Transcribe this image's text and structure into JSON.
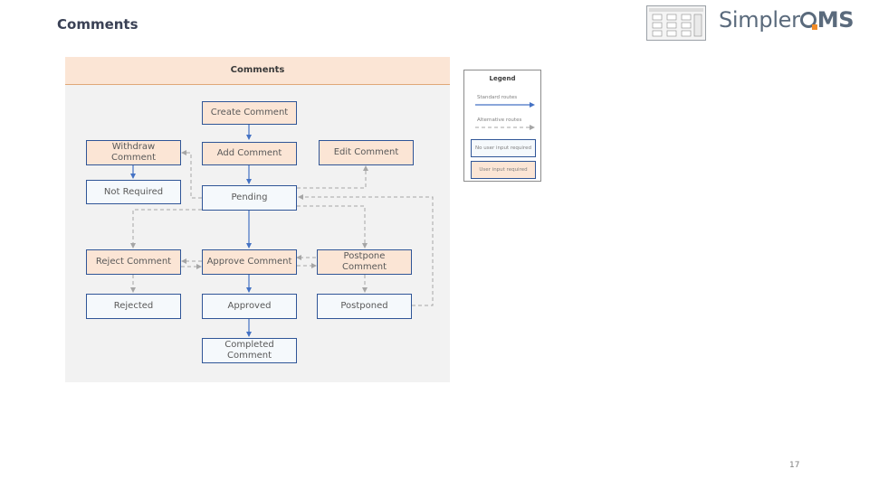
{
  "page": {
    "title": "Comments",
    "number": "17"
  },
  "logo": {
    "text_regular": "Simpler",
    "text_bold": "MS"
  },
  "diagram": {
    "header": "Comments",
    "nodes": {
      "create_comment": "Create Comment",
      "add_comment": "Add Comment",
      "withdraw_comment": "Withdraw Comment",
      "edit_comment": "Edit Comment",
      "not_required": "Not Required",
      "pending": "Pending",
      "reject_comment": "Reject Comment",
      "approve_comment": "Approve Comment",
      "postpone_comment": "Postpone Comment",
      "rejected": "Rejected",
      "approved": "Approved",
      "postponed": "Postponed",
      "completed_comment": "Completed Comment"
    }
  },
  "legend": {
    "title": "Legend",
    "standard_routes": "Standard routes",
    "alternative_routes": "Alternative routes",
    "no_user_input": "No user input required",
    "user_input": "User input required"
  },
  "colors": {
    "standard_route": "#4472c4",
    "alternative_route": "#a6a6a6",
    "user_input_fill": "#fbe5d5",
    "no_input_fill": "#f5f9fc",
    "node_border": "#2f5597",
    "panel_background": "#f2f2f2"
  },
  "icons": {
    "logo_thumbnail": "diagram-thumbnail-icon"
  }
}
